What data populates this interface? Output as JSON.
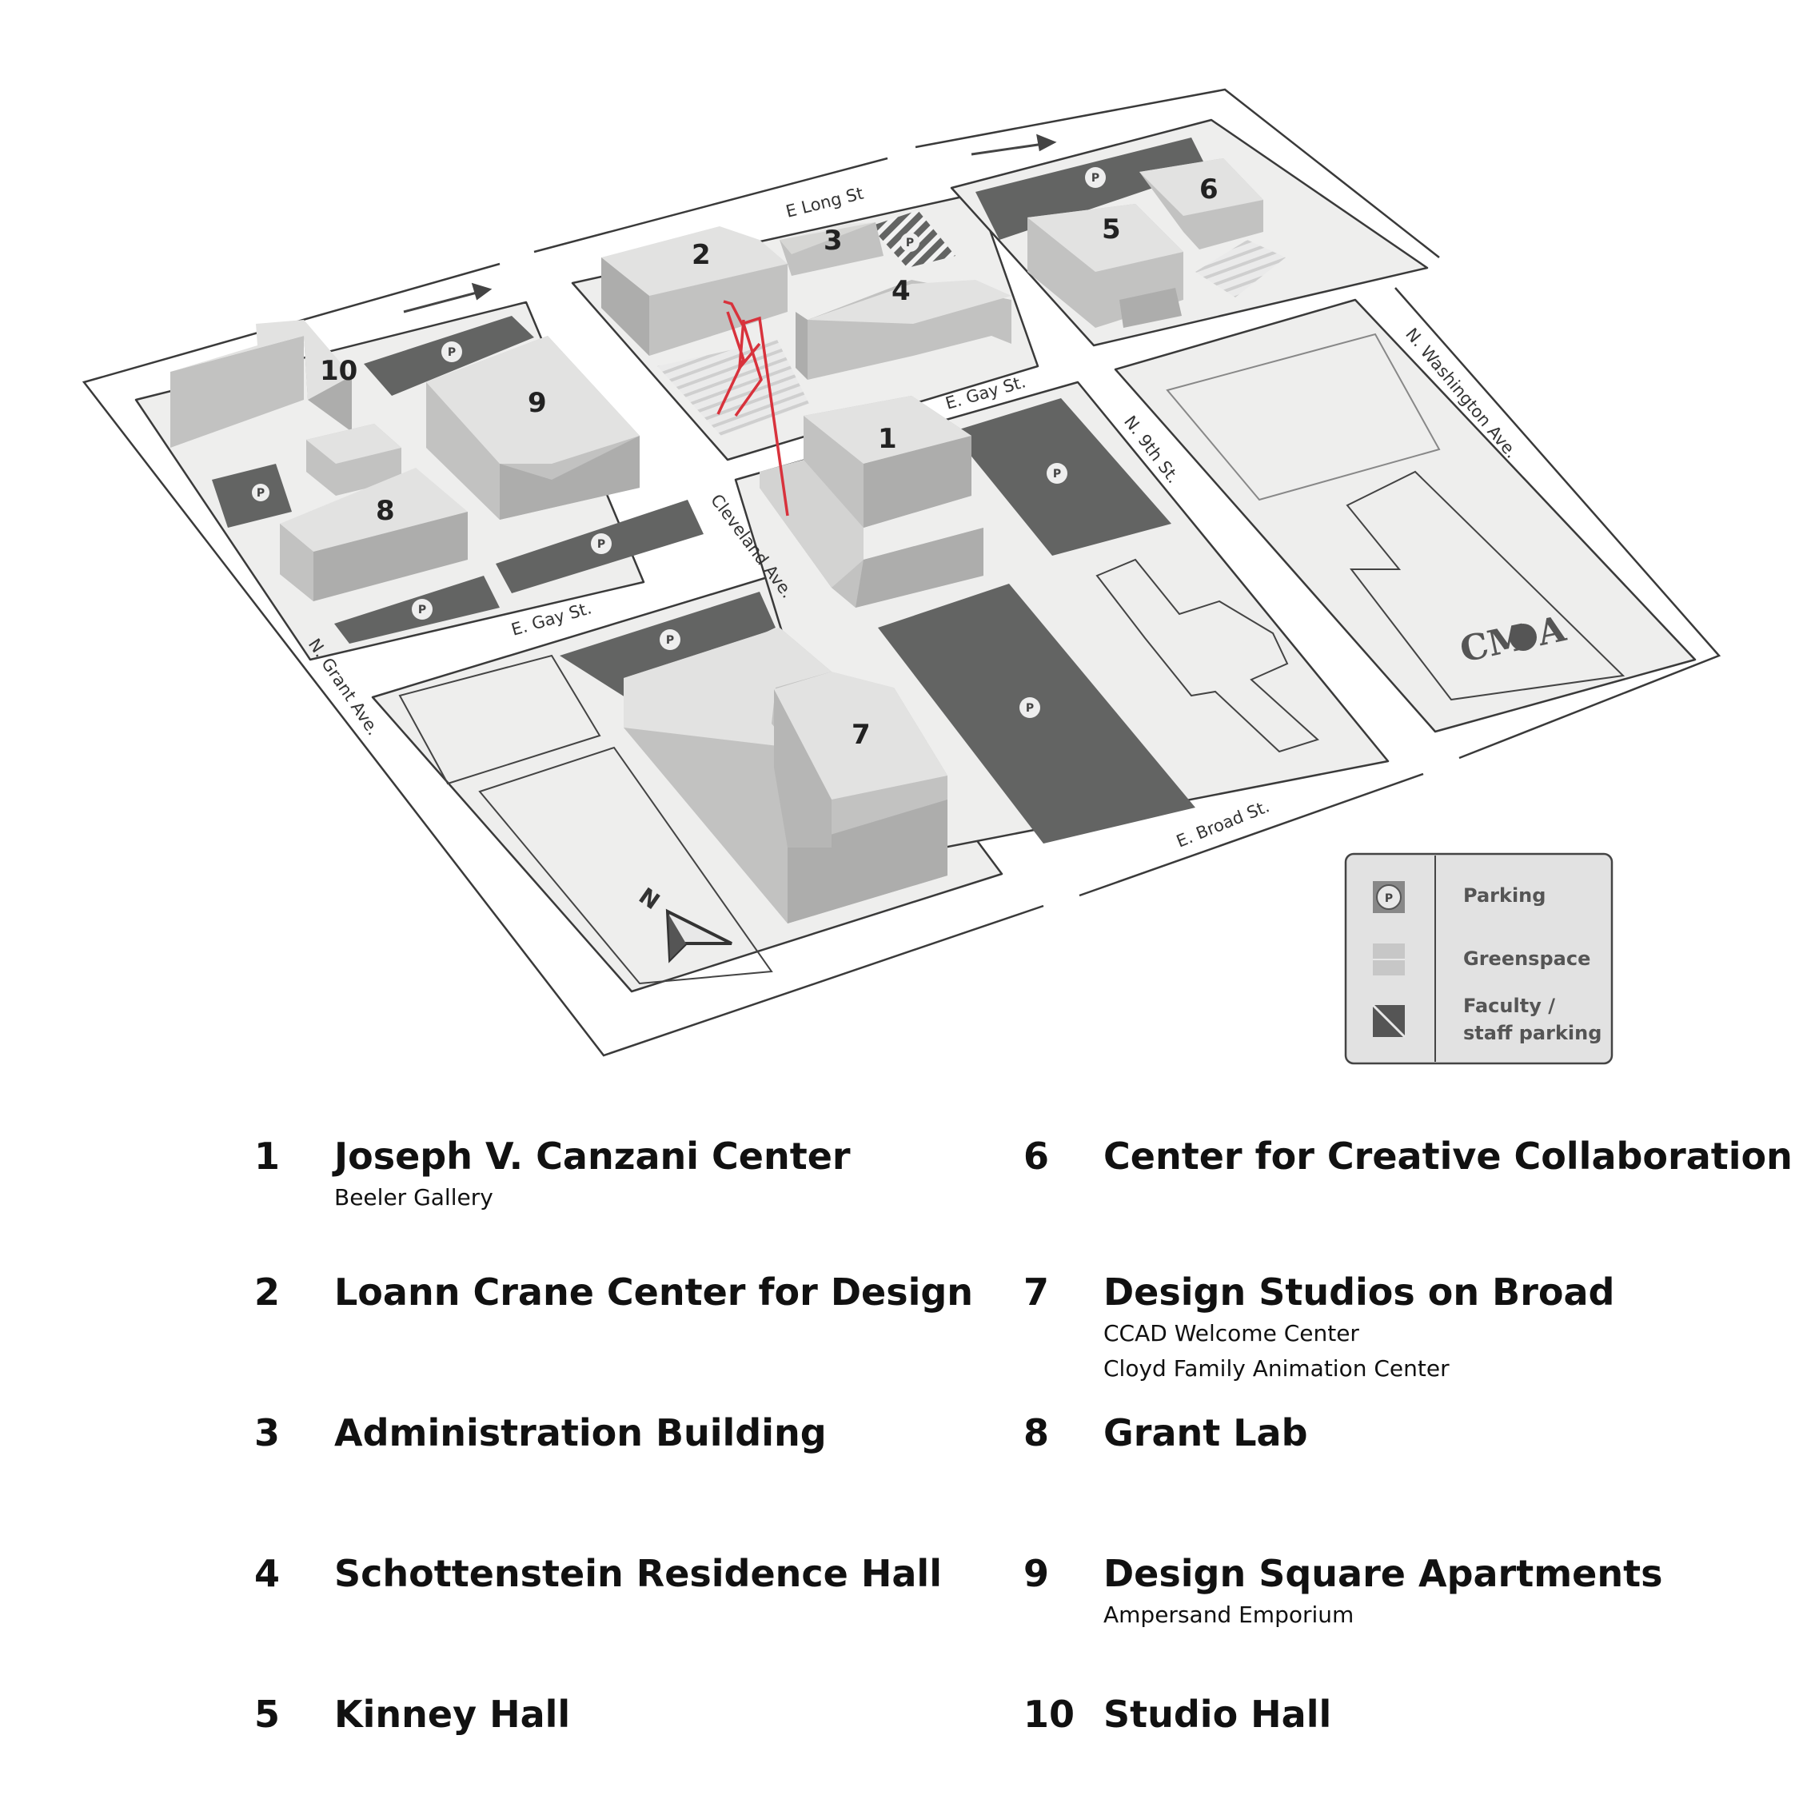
{
  "map": {
    "streets": {
      "e_long_st": "E Long St",
      "e_gay_st_top": "E. Gay St.",
      "e_gay_st_left": "E. Gay St.",
      "cleveland_ave": "Cleveland Ave.",
      "n_9th_st": "N. 9th St.",
      "n_washington_ave": "N. Washington Ave.",
      "n_grant_ave": "N. Grant Ave.",
      "e_broad_st": "E. Broad St."
    },
    "buildings": {
      "b1": "1",
      "b2": "2",
      "b3": "3",
      "b4": "4",
      "b5": "5",
      "b6": "6",
      "b7": "7",
      "b8": "8",
      "b9": "9",
      "b10": "10"
    },
    "parking_symbol": "P",
    "logo": "CM A",
    "north": "N",
    "colors": {
      "parking": "#636463",
      "building_top": "#e2e2e1",
      "building_side": "#c2c2c1",
      "building_face": "#adadac",
      "block": "#eeeeed",
      "accent_red": "#d8323c"
    }
  },
  "legend": {
    "parking": "Parking",
    "greenspace": "Greenspace",
    "faculty_line1": "Faculty /",
    "faculty_line2": "staff parking"
  },
  "directory": [
    {
      "num": "1",
      "name": "Joseph V. Canzani Center",
      "subs": [
        "Beeler Gallery"
      ]
    },
    {
      "num": "2",
      "name": "Loann Crane Center for Design",
      "subs": []
    },
    {
      "num": "3",
      "name": "Administration Building",
      "subs": []
    },
    {
      "num": "4",
      "name": "Schottenstein Residence Hall",
      "subs": []
    },
    {
      "num": "5",
      "name": "Kinney Hall",
      "subs": []
    },
    {
      "num": "6",
      "name": "Center for Creative Collaboration",
      "subs": []
    },
    {
      "num": "7",
      "name": "Design Studios on Broad",
      "subs": [
        "CCAD Welcome Center",
        "Cloyd Family Animation Center"
      ]
    },
    {
      "num": "8",
      "name": "Grant Lab",
      "subs": []
    },
    {
      "num": "9",
      "name": "Design Square Apartments",
      "subs": [
        "Ampersand Emporium"
      ]
    },
    {
      "num": "10",
      "name": "Studio Hall",
      "subs": []
    }
  ]
}
